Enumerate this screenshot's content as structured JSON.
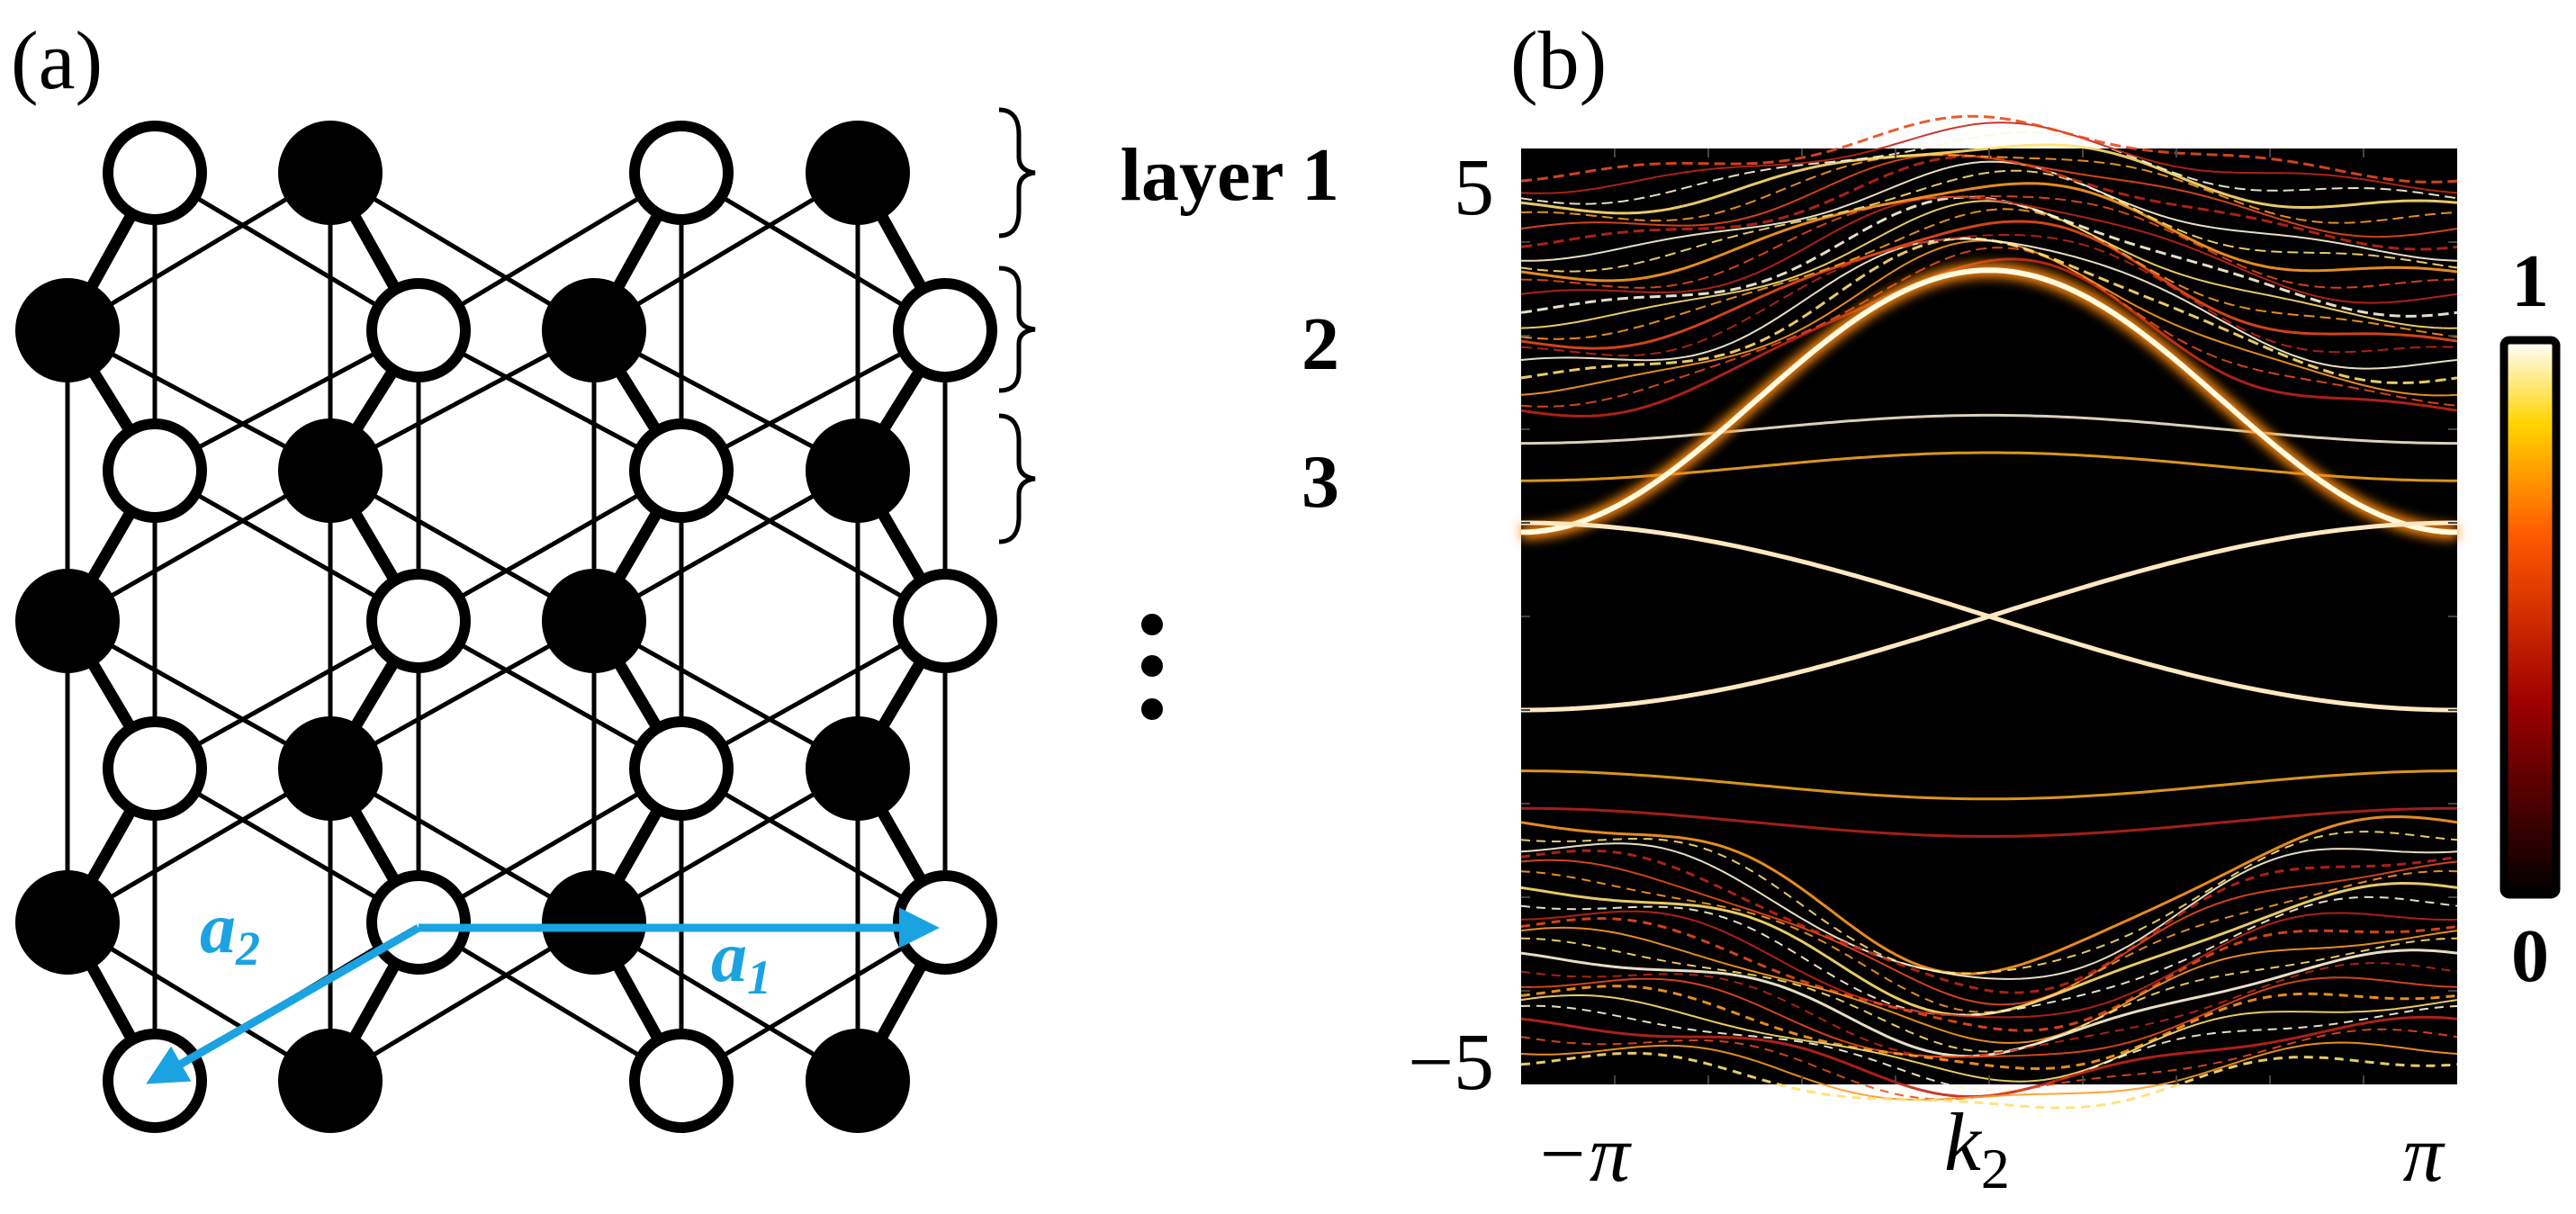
{
  "panel_a": {
    "label": "(a)",
    "layer_labels": [
      "layer 1",
      "2",
      "3"
    ],
    "ellipsis": "⋮",
    "vector_a1": {
      "symbol": "a",
      "subscript": "1"
    },
    "vector_a2": {
      "symbol": "a",
      "subscript": "2"
    },
    "colors": {
      "vector": "#1aa3e0",
      "filled_site": "#000000",
      "hollow_site": "#ffffff",
      "bond": "#000000"
    },
    "icon": "kagome-like-lattice-with-black-and-white-sites"
  },
  "panel_b": {
    "label": "(b)",
    "y_tick_labels": [
      "5",
      "−5"
    ],
    "x_tick_labels": [
      "−π",
      "π"
    ],
    "x_axis_label": {
      "symbol": "k",
      "subscript": "2"
    },
    "colorbar": {
      "max_label": "1",
      "min_label": "0",
      "colormap": "hot"
    },
    "colors": {
      "background": "#000000",
      "band_bright": "#fffbe0",
      "band_mid": "#ffb020",
      "band_dim": "#c0241a"
    },
    "icon": "spectral-density-heatmap"
  }
}
